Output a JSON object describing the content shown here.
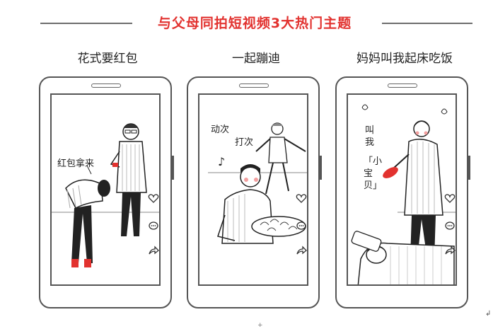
{
  "header": {
    "title": "与父母同拍短视频3大热门主题",
    "accent_color": "#e2322f",
    "rule_color": "#6d6d6d"
  },
  "panels": [
    {
      "caption": "花式要红包",
      "bubble_text": "红包拿来",
      "icons": [
        "heart-icon",
        "comment-icon",
        "share-icon"
      ]
    },
    {
      "caption": "一起蹦迪",
      "bubble_line1": "动次",
      "bubble_line2": "打次",
      "icons": [
        "heart-icon",
        "comment-icon",
        "share-icon"
      ]
    },
    {
      "caption": "妈妈叫我起床吃饭",
      "bubble_line1": "叫我",
      "bubble_quote": "「小宝贝」",
      "icons": [
        "heart-icon",
        "comment-icon",
        "share-icon"
      ]
    }
  ],
  "footer": {
    "corner_mark": "↲",
    "small_mark": "+"
  }
}
